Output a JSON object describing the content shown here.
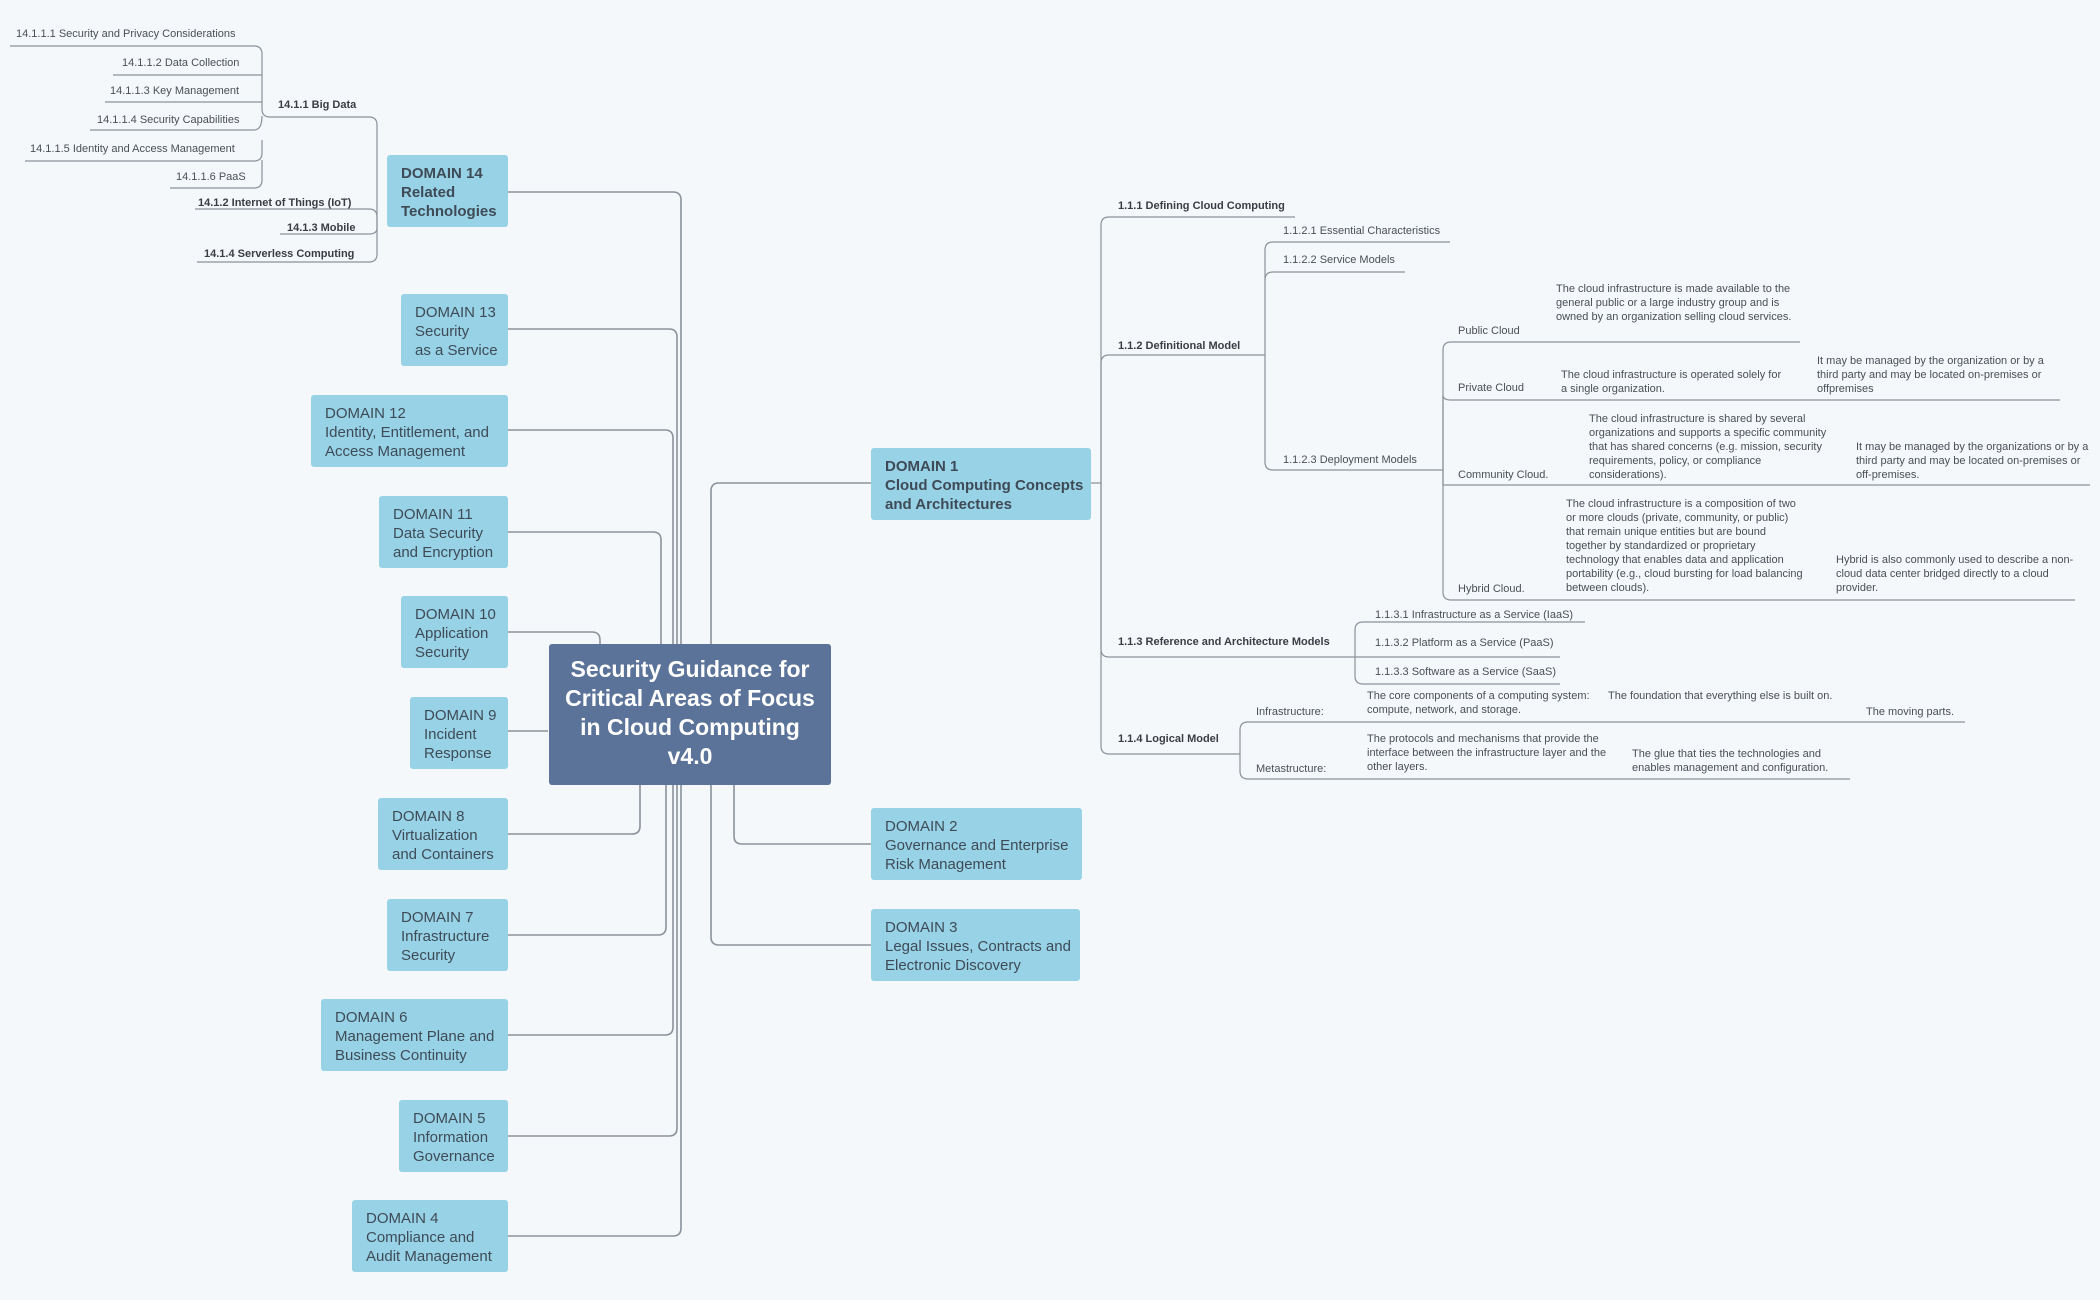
{
  "central_topic": "Security Guidance for Critical Areas of Focus in Cloud Computing v4.0",
  "domains": {
    "d1": {
      "line1": "DOMAIN 1",
      "line2": "Cloud Computing Concepts",
      "line3": "and Architectures"
    },
    "d2": {
      "line1": "DOMAIN 2",
      "line2": "Governance and Enterprise",
      "line3": "Risk Management"
    },
    "d3": {
      "line1": "DOMAIN 3",
      "line2": "Legal Issues, Contracts and",
      "line3": "Electronic Discovery"
    },
    "d4": {
      "line1": "DOMAIN 4",
      "line2": "Compliance and",
      "line3": "Audit Management"
    },
    "d5": {
      "line1": "DOMAIN 5",
      "line2": "Information",
      "line3": "Governance"
    },
    "d6": {
      "line1": "DOMAIN 6",
      "line2": "Management Plane and",
      "line3": "Business Continuity"
    },
    "d7": {
      "line1": "DOMAIN 7",
      "line2": "Infrastructure",
      "line3": "Security"
    },
    "d8": {
      "line1": "DOMAIN 8",
      "line2": "Virtualization",
      "line3": "and Containers"
    },
    "d9": {
      "line1": "DOMAIN 9",
      "line2": "Incident",
      "line3": "Response"
    },
    "d10": {
      "line1": "DOMAIN 10",
      "line2": "Application",
      "line3": "Security"
    },
    "d11": {
      "line1": "DOMAIN 11",
      "line2": "Data Security",
      "line3": "and Encryption"
    },
    "d12": {
      "line1": "DOMAIN 12",
      "line2": "Identity, Entitlement, and",
      "line3": "Access Management"
    },
    "d13": {
      "line1": "DOMAIN 13",
      "line2": "Security",
      "line3": "as a Service"
    },
    "d14": {
      "line1": "DOMAIN 14",
      "line2": "Related",
      "line3": "Technologies"
    }
  },
  "domain14": {
    "big_data": "14.1.1 Big Data",
    "big_data_items": [
      "14.1.1.1 Security and Privacy Considerations",
      "14.1.1.2 Data Collection",
      "14.1.1.3 Key Management",
      "14.1.1.4 Security Capabilities",
      "14.1.1.5 Identity and Access Management",
      "14.1.1.6 PaaS"
    ],
    "iot": "14.1.2 Internet of Things (IoT)",
    "mobile": "14.1.3 Mobile",
    "serverless": "14.1.4 Serverless Computing"
  },
  "domain1": {
    "defining": "1.1.1 Defining Cloud Computing",
    "definitional": "1.1.2 Definitional Model",
    "essential": "1.1.2.1 Essential Characteristics",
    "service_models": "1.1.2.2 Service Models",
    "deployment_models": "1.1.2.3 Deployment Models",
    "public_label": "Public Cloud",
    "public_desc": "The cloud infrastructure is made available to the general public or a large industry group and is owned by an organization selling cloud services.",
    "private_label": "Private Cloud",
    "private_desc": "The cloud infrastructure is operated solely for a single organization.",
    "private_note": "It may be managed by the organization or by a third party and may be located on-premises or offpremises",
    "community_label": "Community Cloud.",
    "community_desc": "The cloud infrastructure is shared by several organizations and supports a specific community that has shared concerns (e.g. mission, security requirements, policy, or compliance considerations).",
    "community_note": "It may be managed by the organizations or by a third party and may be located on-premises or off-premises.",
    "hybrid_label": "Hybrid Cloud.",
    "hybrid_desc": "The cloud infrastructure is a composition of two or more clouds (private, community, or public) that remain unique entities but are bound together by standardized or proprietary technology that enables data and application portability (e.g., cloud bursting for load balancing between clouds).",
    "hybrid_note": "Hybrid is also commonly used to describe a non-cloud data center bridged directly to a cloud provider.",
    "reference": "1.1.3 Reference and Architecture Models",
    "iaas": "1.1.3.1 Infrastructure as a Service (IaaS)",
    "paas": "1.1.3.2 Platform as a Service (PaaS)",
    "saas": "1.1.3.3 Software as a Service (SaaS)",
    "logical": "1.1.4 Logical Model",
    "infra_label": "Infrastructure:",
    "infra_desc": "The core components of a computing system: compute, network, and storage.",
    "infra_note": "The foundation that everything else is built on.",
    "infra_note2": "The moving parts.",
    "meta_label": "Metastructure:",
    "meta_desc": "The protocols and mechanisms that provide the interface between the infrastructure layer and the other layers.",
    "meta_note": "The glue that ties the technologies and enables management and configuration."
  }
}
